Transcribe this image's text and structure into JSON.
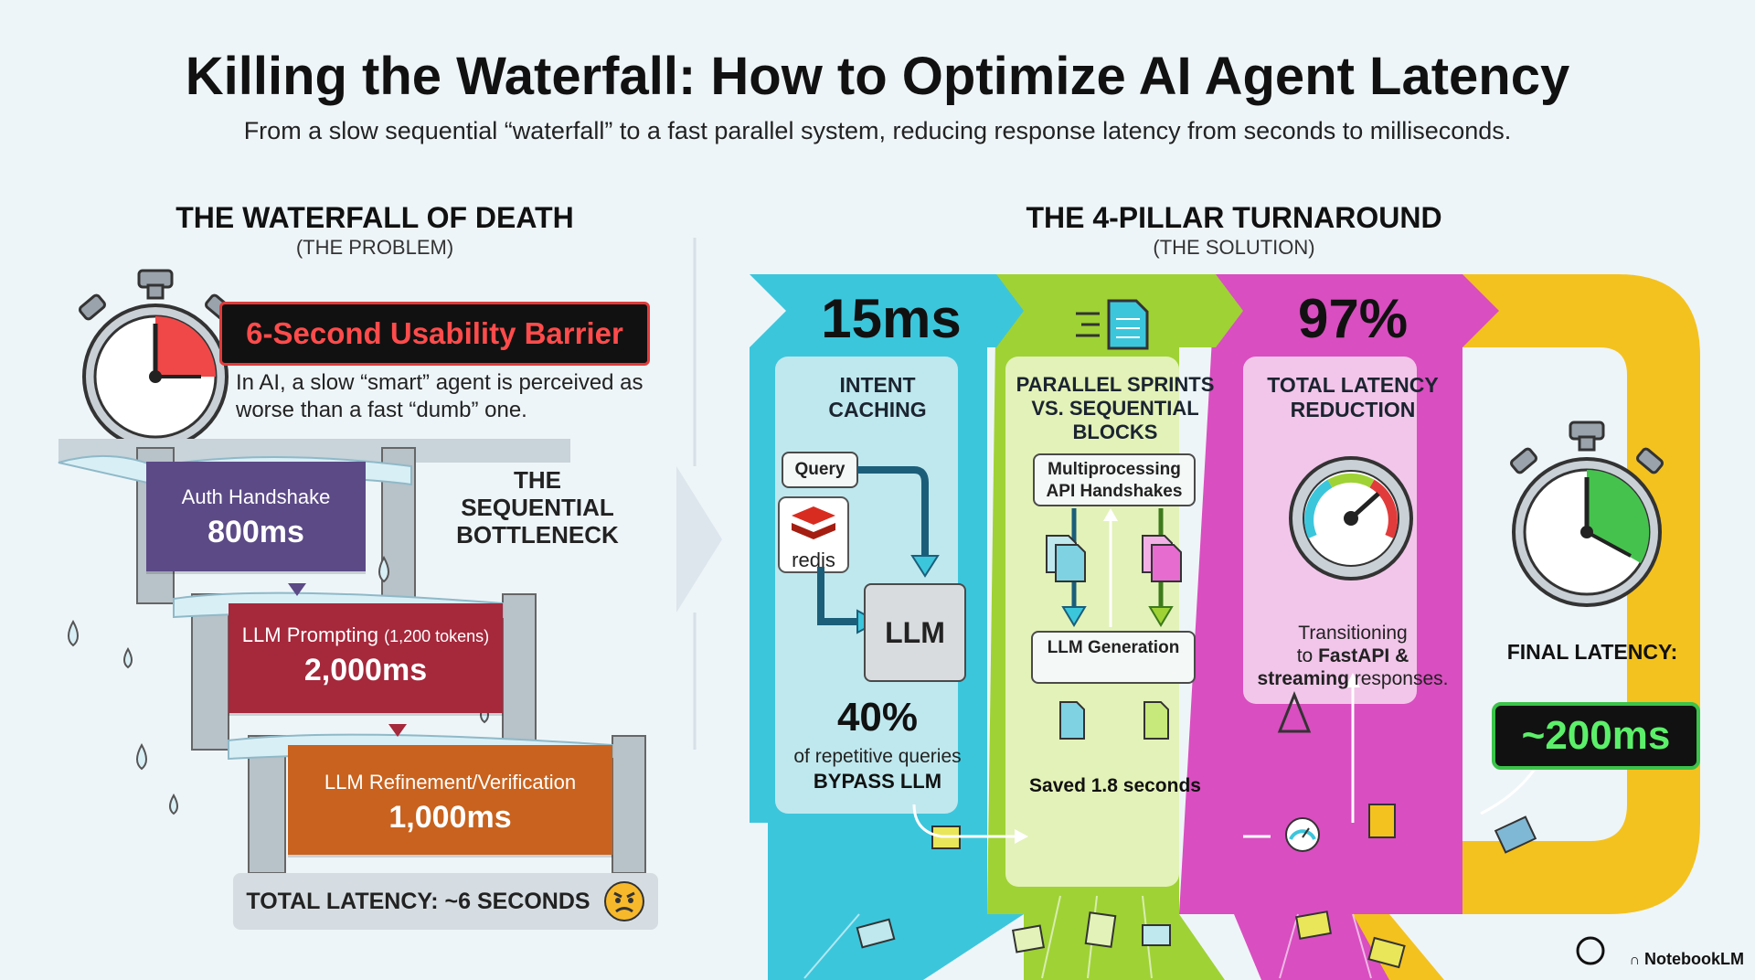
{
  "header": {
    "title": "Killing the Waterfall: How to Optimize AI Agent Latency",
    "subtitle": "From a slow sequential “waterfall” to a fast parallel system, reducing response latency from seconds to milliseconds."
  },
  "problem": {
    "title": "THE WATERFALL OF DEATH",
    "subtitle": "(THE PROBLEM)",
    "barrier_label": "6-Second Usability Barrier",
    "barrier_desc": "In AI, a slow “smart” agent is perceived as worse than a fast “dumb” one.",
    "bottleneck_label": "THE SEQUENTIAL BOTTLENECK",
    "steps": [
      {
        "label": "Auth Handshake",
        "value": "800ms"
      },
      {
        "label": "LLM Prompting",
        "detail": "(1,200 tokens)",
        "value": "2,000ms"
      },
      {
        "label": "LLM Refinement/Verification",
        "value": "1,000ms"
      }
    ],
    "total": "TOTAL LATENCY: ~6 SECONDS"
  },
  "solution": {
    "title": "THE 4-PILLAR TURNAROUND",
    "subtitle": "(THE SOLUTION)",
    "pillars": [
      {
        "metric": "15ms",
        "title": "INTENT CACHING"
      },
      {
        "title": "PARALLEL SPRINTS VS. SEQUENTIAL BLOCKS"
      },
      {
        "metric": "97%",
        "title": "TOTAL LATENCY REDUCTION"
      },
      {
        "title": "FINAL LATENCY:"
      }
    ],
    "caching": {
      "query_label": "Query",
      "redis_label": "redis",
      "llm_label": "LLM",
      "stat_value": "40%",
      "stat_text": "of repetitive queries",
      "stat_emphasis": "BYPASS LLM"
    },
    "parallel": {
      "multiprocessing_label": "Multiprocessing API Handshakes",
      "generation_label": "LLM Generation",
      "saved_label": "Saved 1.8 seconds"
    },
    "reduction": {
      "transition_line1": "Transitioning",
      "transition_line2_prefix": "to ",
      "transition_line2_bold": "FastAPI &",
      "transition_line3_bold": "streaming",
      "transition_line3_suffix": " responses."
    },
    "final_latency": "~200ms"
  },
  "brand": "NotebookLM",
  "colors": {
    "cyan": "#3cc6dc",
    "green": "#9fd235",
    "magenta": "#d94ec0",
    "yellow": "#f4c21f",
    "auth": "#5b4a86",
    "prompt": "#a5283b",
    "refine": "#c8621e"
  }
}
